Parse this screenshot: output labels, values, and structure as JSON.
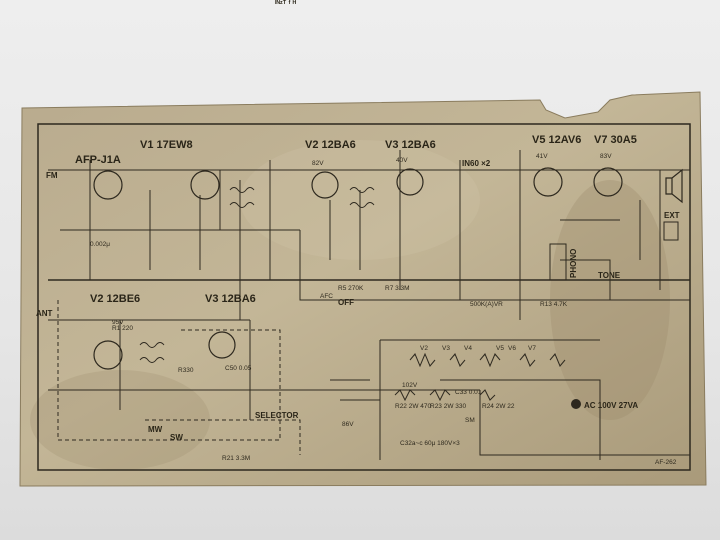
{
  "top_scrap_text": "ᴵᴺᶻᵀ ᶠ ᴴ",
  "tubes": [
    {
      "id": "tube-v1",
      "name": "V1 17EW8"
    },
    {
      "id": "tube-v2",
      "name": "V2 12BA6"
    },
    {
      "id": "tube-v3",
      "name": "V3 12BA6"
    },
    {
      "id": "tube-v4",
      "name": "IN60 ×2"
    },
    {
      "id": "tube-v5",
      "name": "V5 12AV6"
    },
    {
      "id": "tube-v6",
      "name": "V7 30A5"
    },
    {
      "id": "tube-v7",
      "name": "V2 12BE6"
    },
    {
      "id": "tube-v8",
      "name": "V3 12BA6"
    }
  ],
  "labels": {
    "model": "AFP-J1A",
    "fm": "FM",
    "ant": "ANT",
    "selector": "SELECTOR",
    "afc": "AFC",
    "off": "OFF",
    "phono": "PHONO",
    "tone": "TONE",
    "ext": "EXT",
    "ac_power": "AC 100V 27VA",
    "sw": "SW",
    "mw": "MW",
    "corner_code": "AF-262"
  },
  "parts": [
    "R5 270K",
    "R7 3.3M",
    "500K(A)VR",
    "R13 4.7K",
    "R21 3.3M",
    "R22 2W 470",
    "R23 2W 330",
    "R24 2W 22",
    "C33 0.01",
    "C32a~c 60μ 180V×3",
    "R1 220",
    "R330",
    "C50 0.05",
    "0.002μ",
    "95V",
    "102V",
    "86V",
    "82V",
    "40V",
    "41V",
    "83V",
    "SM",
    "V2",
    "V3",
    "V4",
    "V5",
    "V6",
    "V7"
  ]
}
